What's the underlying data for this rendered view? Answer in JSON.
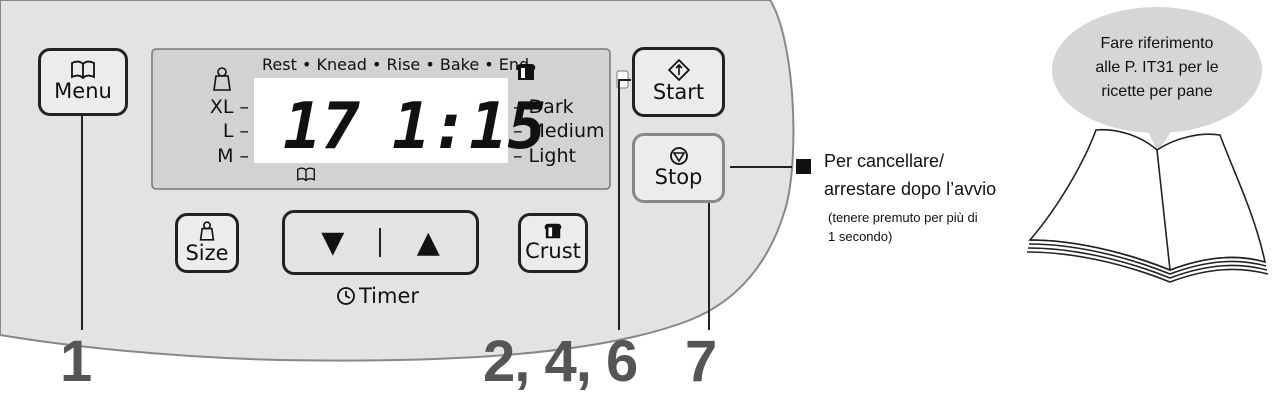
{
  "panel": {
    "menu_button": {
      "label": "Menu",
      "icon": "book-icon"
    },
    "stages": "Rest • Knead • Rise • Bake • End",
    "size_levels": [
      "XL –",
      "L –",
      "M –"
    ],
    "crust_levels": [
      "– Dark",
      "– Medium",
      "– Light"
    ],
    "display": {
      "menu_number": "17",
      "time": "1:15"
    },
    "start_button": {
      "label": "Start"
    },
    "stop_button": {
      "label": "Stop"
    },
    "size_button": {
      "label": "Size"
    },
    "crust_button": {
      "label": "Crust"
    },
    "timer_label": "Timer",
    "arrows": {
      "down": "▼",
      "up": "▲"
    }
  },
  "steps": {
    "menu": "1",
    "start": "2, 4, 6",
    "stop": "7"
  },
  "stop_note": {
    "line1": "Per cancellare/",
    "line2": "arrestare dopo l’avvio",
    "line3": "(tenere premuto per più di",
    "line4": "1 secondo)"
  },
  "book_callout": {
    "line1": "Fare riferimento",
    "line2": "alle P. IT31 per le",
    "line3": "ricette per pane"
  },
  "colors": {
    "panel": "#e3e3e3",
    "lcd": "#d2d2d2",
    "screen": "#ffffff",
    "callout": "#d6d6d6",
    "step_text": "#555555"
  }
}
